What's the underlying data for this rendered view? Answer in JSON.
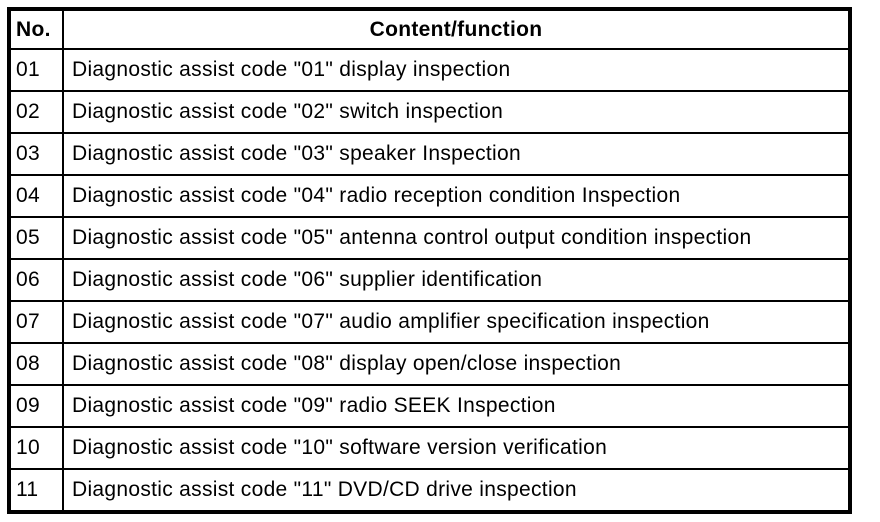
{
  "colors": {
    "background": "#ffffff",
    "border": "#000000",
    "text": "#000000"
  },
  "table": {
    "header": {
      "no": "No.",
      "content": "Content/function"
    },
    "rows": [
      {
        "no": "01",
        "content": "Diagnostic assist code \"01\" display inspection"
      },
      {
        "no": "02",
        "content": "Diagnostic assist code \"02\" switch inspection"
      },
      {
        "no": "03",
        "content": "Diagnostic assist code \"03\" speaker Inspection"
      },
      {
        "no": "04",
        "content": "Diagnostic assist code \"04\" radio reception condition Inspection"
      },
      {
        "no": "05",
        "content": "Diagnostic assist code \"05\" antenna control output condition inspection"
      },
      {
        "no": "06",
        "content": "Diagnostic assist code \"06\" supplier identification"
      },
      {
        "no": "07",
        "content": "Diagnostic assist code \"07\" audio amplifier specification inspection"
      },
      {
        "no": "08",
        "content": "Diagnostic assist code \"08\" display open/close inspection"
      },
      {
        "no": "09",
        "content": "Diagnostic assist code \"09\" radio SEEK Inspection"
      },
      {
        "no": "10",
        "content": "Diagnostic assist code \"10\" software version verification"
      },
      {
        "no": "11",
        "content": "Diagnostic assist code \"11\" DVD/CD drive inspection"
      }
    ]
  }
}
